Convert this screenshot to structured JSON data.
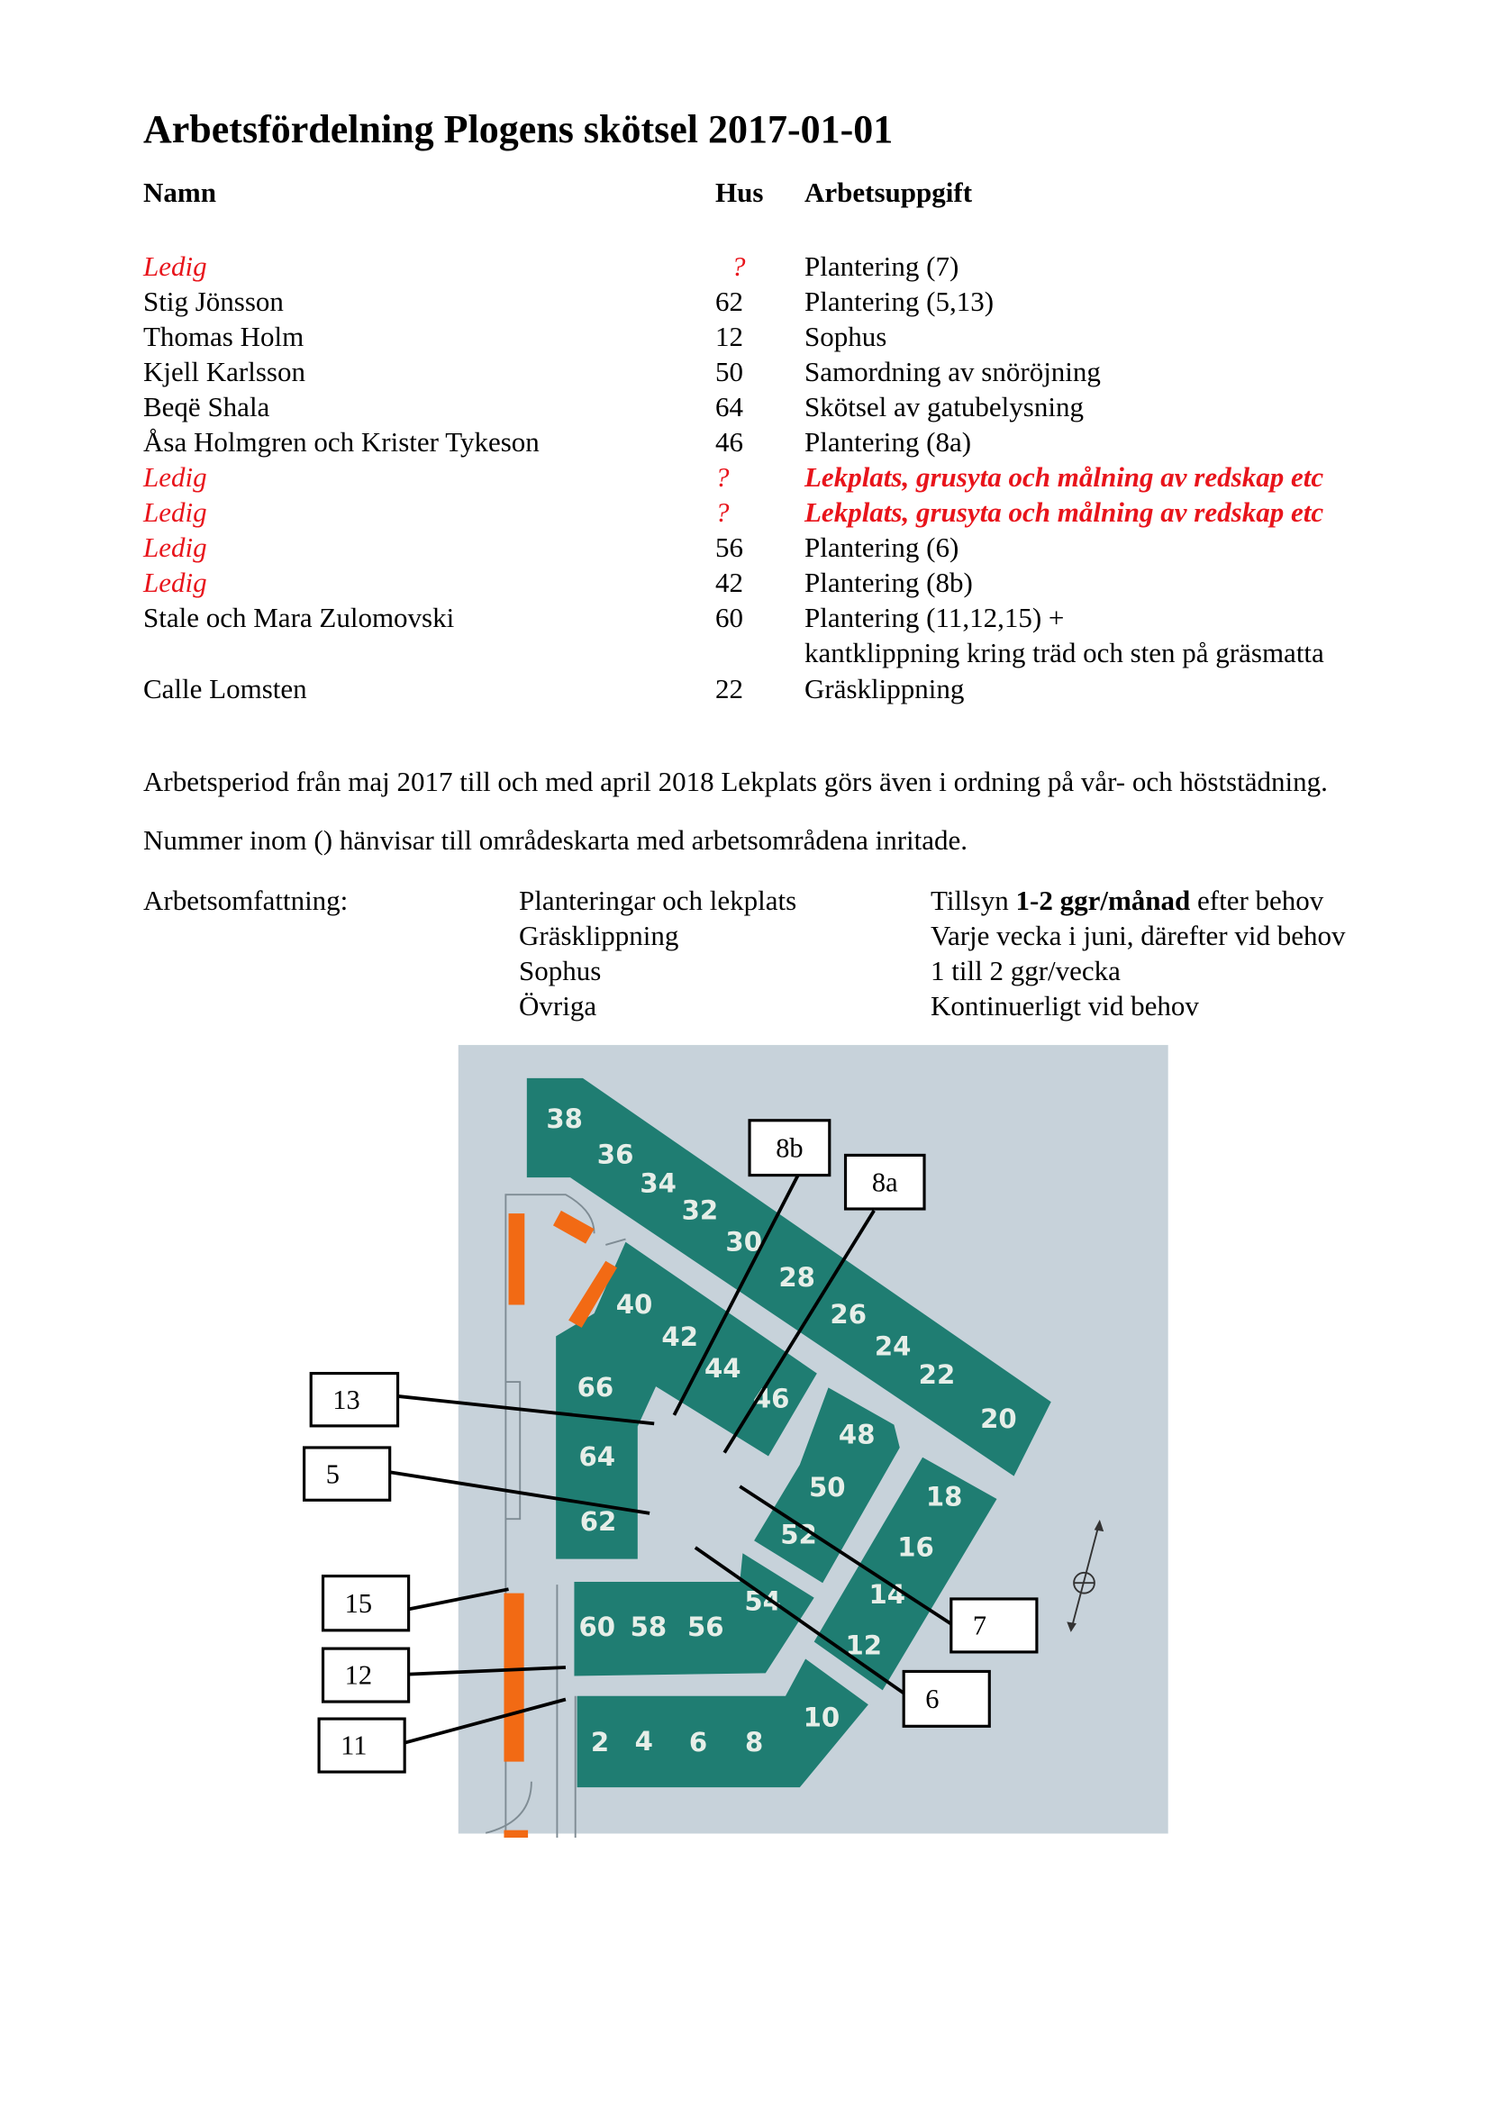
{
  "title": "Arbetsfördelning Plogens skötsel 2017-01-01",
  "headers": {
    "name": "Namn",
    "hus": "Hus",
    "task": "Arbetsuppgift"
  },
  "rows": [
    {
      "name": "Ledig",
      "hus": "?",
      "task": "Plantering (7)",
      "vacant": true
    },
    {
      "name": "Stig Jönsson",
      "hus": "62",
      "task": "Plantering (5,13)"
    },
    {
      "name": "Thomas Holm",
      "hus": "12",
      "task": "Sophus"
    },
    {
      "name": "Kjell Karlsson",
      "hus": "50",
      "task": "Samordning av snöröjning"
    },
    {
      "name": "Beqë Shala",
      "hus": "64",
      "task": "Skötsel av gatubelysning"
    },
    {
      "name": "Åsa Holmgren och Krister Tykeson",
      "hus": "46",
      "task": "Plantering (8a)"
    },
    {
      "name": "Ledig",
      "hus": "?",
      "task": "Lekplats, grusyta och målning av redskap etc",
      "vacant": true
    },
    {
      "name": "Ledig",
      "hus": "?",
      "task": "Lekplats, grusyta och målning av redskap etc",
      "vacant": true
    },
    {
      "name": "Ledig",
      "hus": "56",
      "task": "Plantering (6)",
      "vacant": true
    },
    {
      "name": "Ledig",
      "hus": "42",
      "task": "Plantering (8b)",
      "vacant": true
    },
    {
      "name": "Stale och Mara Zulomovski",
      "hus": "60",
      "task": "Plantering (11,12,15) +",
      "task2": "kantklippning kring träd och sten på gräsmatta"
    },
    {
      "name": "Calle Lomsten",
      "hus": "22",
      "task": "Gräsklippning"
    }
  ],
  "paragraphs": [
    "Arbetsperiod från maj 2017 till och med april 2018 Lekplats görs även i ordning på vår- och höststädning.",
    "Nummer inom () hänvisar till områdeskarta med arbetsområdena inritade."
  ],
  "scope": {
    "label": "Arbetsomfattning:",
    "items": [
      {
        "area": "Planteringar och lekplats",
        "freq_pre": "Tillsyn ",
        "freq_bold": "1-2 ggr/månad",
        "freq_post": " efter behov"
      },
      {
        "area": "Gräsklippning",
        "freq_pre": "Varje vecka i juni, därefter vid behov"
      },
      {
        "area": "Sophus",
        "freq_pre": "1 till 2 ggr/vecka"
      },
      {
        "area": "Övriga",
        "freq_pre": "Kontinuerligt vid behov"
      }
    ]
  },
  "map": {
    "houses": [
      "38",
      "36",
      "34",
      "32",
      "30",
      "28",
      "26",
      "24",
      "22",
      "20",
      "40",
      "42",
      "44",
      "46",
      "66",
      "64",
      "62",
      "48",
      "50",
      "52",
      "18",
      "16",
      "14",
      "12",
      "60",
      "58",
      "56",
      "54",
      "2",
      "4",
      "6",
      "8",
      "10"
    ],
    "areas": [
      "8b",
      "8a",
      "13",
      "5",
      "15",
      "12",
      "11",
      "7",
      "6"
    ],
    "colors": {
      "teal": "#1f7d72",
      "background": "#c7d2da",
      "orange": "#f26a14"
    }
  }
}
